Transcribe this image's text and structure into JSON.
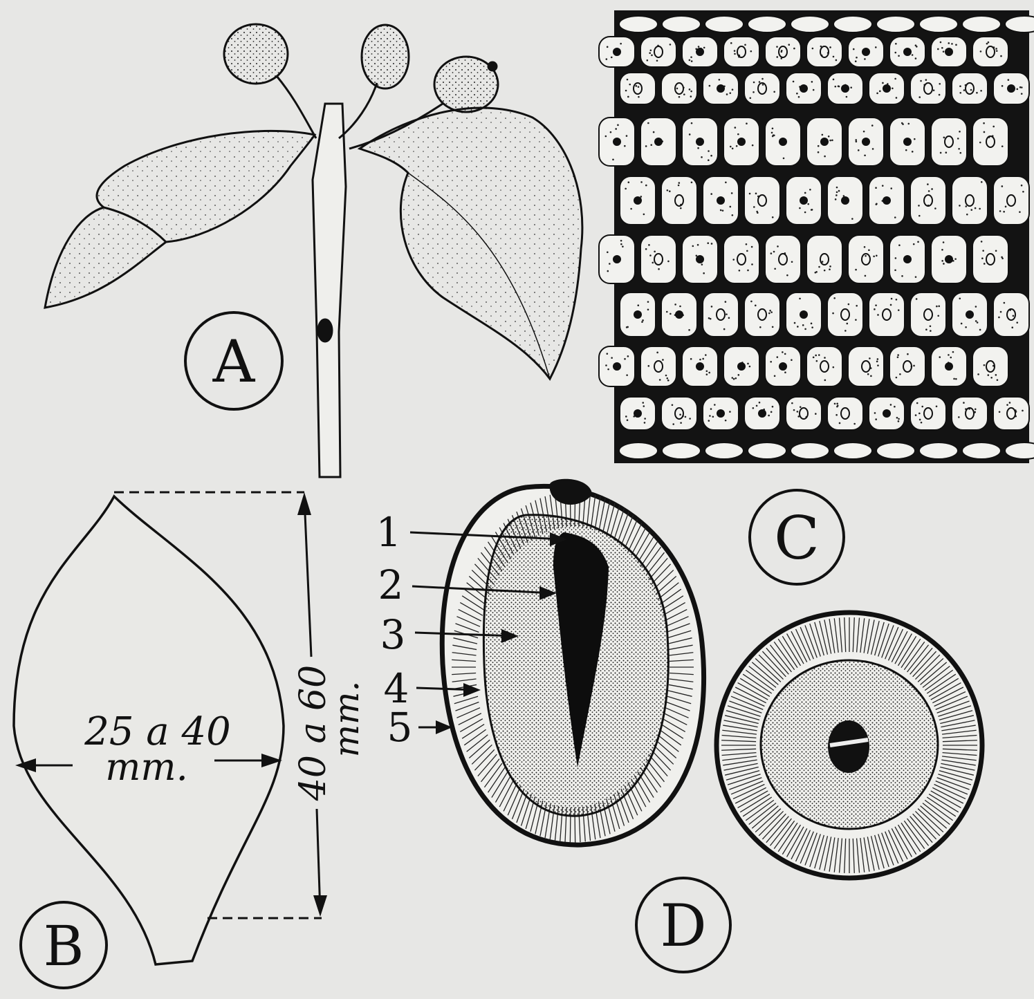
{
  "figure_labels": {
    "a": "A",
    "b": "B",
    "c": "C",
    "d": "D"
  },
  "leaf_outline": {
    "width_value": "25 a 40",
    "width_unit": "mm.",
    "length_value": "40 a 60",
    "length_unit": "mm."
  },
  "fruit_section_callouts": [
    "1",
    "2",
    "3",
    "4",
    "5"
  ],
  "colors": {
    "ink": "#111111",
    "paper": "#e7e7e5",
    "cell": "#f2f2ef"
  }
}
